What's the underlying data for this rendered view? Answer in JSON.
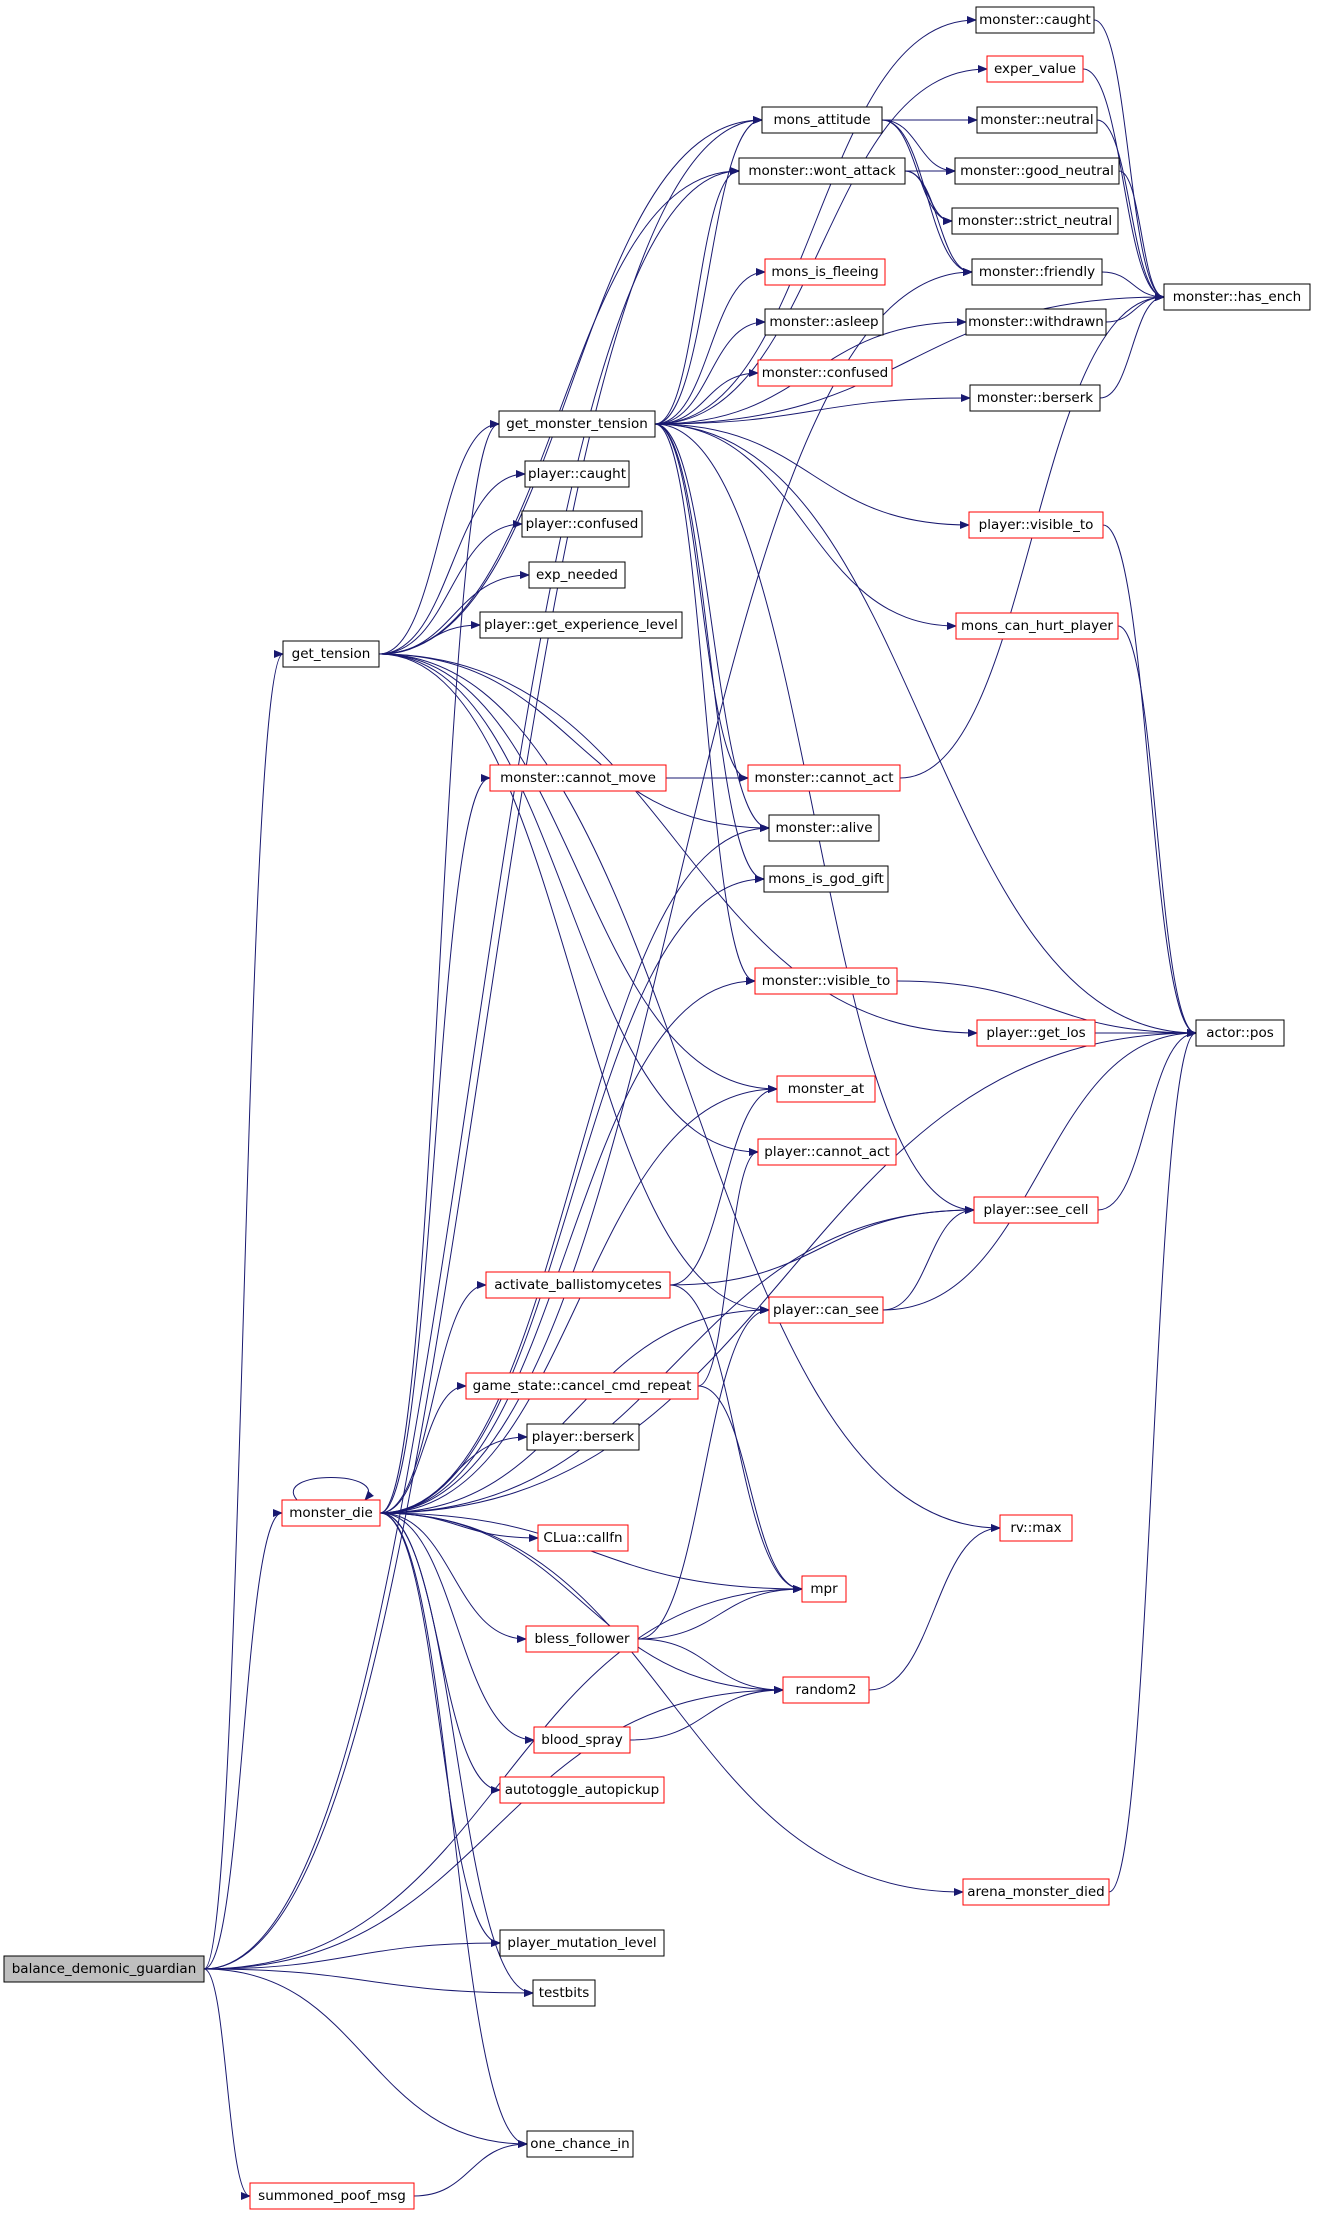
{
  "colors": {
    "edge": "#191970",
    "node_border_black": "#000000",
    "node_border_red": "#ff0000",
    "node_fill": "#ffffff",
    "root_fill": "#bfbfbf"
  },
  "nodes": [
    {
      "id": "balance_demonic_guardian",
      "label": "balance_demonic_guardian",
      "border": "black",
      "fill": "root"
    },
    {
      "id": "get_tension",
      "label": "get_tension",
      "border": "black"
    },
    {
      "id": "monster_die",
      "label": "monster_die",
      "border": "red"
    },
    {
      "id": "summoned_poof_msg",
      "label": "summoned_poof_msg",
      "border": "red"
    },
    {
      "id": "get_monster_tension",
      "label": "get_monster_tension",
      "border": "black"
    },
    {
      "id": "player_caught",
      "label": "player::caught",
      "border": "black"
    },
    {
      "id": "player_confused",
      "label": "player::confused",
      "border": "black"
    },
    {
      "id": "exp_needed",
      "label": "exp_needed",
      "border": "black"
    },
    {
      "id": "player_get_experience_level",
      "label": "player::get_experience_level",
      "border": "black"
    },
    {
      "id": "monster_cannot_move",
      "label": "monster::cannot_move",
      "border": "red"
    },
    {
      "id": "activate_ballistomycetes",
      "label": "activate_ballistomycetes",
      "border": "red"
    },
    {
      "id": "game_state_cancel_cmd_repeat",
      "label": "game_state::cancel_cmd_repeat",
      "border": "red"
    },
    {
      "id": "player_berserk",
      "label": "player::berserk",
      "border": "black"
    },
    {
      "id": "clua_callfn",
      "label": "CLua::callfn",
      "border": "red"
    },
    {
      "id": "bless_follower",
      "label": "bless_follower",
      "border": "red"
    },
    {
      "id": "blood_spray",
      "label": "blood_spray",
      "border": "red"
    },
    {
      "id": "autotoggle_autopickup",
      "label": "autotoggle_autopickup",
      "border": "red"
    },
    {
      "id": "player_mutation_level",
      "label": "player_mutation_level",
      "border": "black"
    },
    {
      "id": "testbits",
      "label": "testbits",
      "border": "black"
    },
    {
      "id": "one_chance_in",
      "label": "one_chance_in",
      "border": "black"
    },
    {
      "id": "monster_caught",
      "label": "monster::caught",
      "border": "black"
    },
    {
      "id": "exper_value",
      "label": "exper_value",
      "border": "red"
    },
    {
      "id": "mons_attitude",
      "label": "mons_attitude",
      "border": "black"
    },
    {
      "id": "monster_wont_attack",
      "label": "monster::wont_attack",
      "border": "black"
    },
    {
      "id": "mons_is_fleeing",
      "label": "mons_is_fleeing",
      "border": "red"
    },
    {
      "id": "monster_asleep",
      "label": "monster::asleep",
      "border": "black"
    },
    {
      "id": "monster_confused",
      "label": "monster::confused",
      "border": "red"
    },
    {
      "id": "monster_cannot_act",
      "label": "monster::cannot_act",
      "border": "red"
    },
    {
      "id": "monster_alive",
      "label": "monster::alive",
      "border": "black"
    },
    {
      "id": "mons_is_god_gift",
      "label": "mons_is_god_gift",
      "border": "black"
    },
    {
      "id": "monster_visible_to",
      "label": "monster::visible_to",
      "border": "red"
    },
    {
      "id": "monster_at",
      "label": "monster_at",
      "border": "red"
    },
    {
      "id": "player_cannot_act",
      "label": "player::cannot_act",
      "border": "red"
    },
    {
      "id": "player_can_see",
      "label": "player::can_see",
      "border": "red"
    },
    {
      "id": "mpr",
      "label": "mpr",
      "border": "red"
    },
    {
      "id": "random2",
      "label": "random2",
      "border": "red"
    },
    {
      "id": "monster_neutral",
      "label": "monster::neutral",
      "border": "black"
    },
    {
      "id": "monster_good_neutral",
      "label": "monster::good_neutral",
      "border": "black"
    },
    {
      "id": "monster_strict_neutral",
      "label": "monster::strict_neutral",
      "border": "black"
    },
    {
      "id": "monster_friendly",
      "label": "monster::friendly",
      "border": "black"
    },
    {
      "id": "monster_withdrawn",
      "label": "monster::withdrawn",
      "border": "black"
    },
    {
      "id": "monster_berserk",
      "label": "monster::berserk",
      "border": "black"
    },
    {
      "id": "player_visible_to",
      "label": "player::visible_to",
      "border": "red"
    },
    {
      "id": "mons_can_hurt_player",
      "label": "mons_can_hurt_player",
      "border": "red"
    },
    {
      "id": "player_get_los",
      "label": "player::get_los",
      "border": "red"
    },
    {
      "id": "player_see_cell",
      "label": "player::see_cell",
      "border": "red"
    },
    {
      "id": "rv_max",
      "label": "rv::max",
      "border": "red"
    },
    {
      "id": "arena_monster_died",
      "label": "arena_monster_died",
      "border": "red"
    },
    {
      "id": "monster_has_ench",
      "label": "monster::has_ench",
      "border": "black"
    },
    {
      "id": "actor_pos",
      "label": "actor::pos",
      "border": "black"
    }
  ],
  "edges": [
    [
      "balance_demonic_guardian",
      "get_tension"
    ],
    [
      "balance_demonic_guardian",
      "monster_die"
    ],
    [
      "balance_demonic_guardian",
      "mons_attitude"
    ],
    [
      "balance_demonic_guardian",
      "monster_wont_attack"
    ],
    [
      "balance_demonic_guardian",
      "player_mutation_level"
    ],
    [
      "balance_demonic_guardian",
      "testbits"
    ],
    [
      "balance_demonic_guardian",
      "mpr"
    ],
    [
      "balance_demonic_guardian",
      "random2"
    ],
    [
      "balance_demonic_guardian",
      "one_chance_in"
    ],
    [
      "balance_demonic_guardian",
      "summoned_poof_msg"
    ],
    [
      "get_tension",
      "get_monster_tension"
    ],
    [
      "get_tension",
      "player_caught"
    ],
    [
      "get_tension",
      "player_confused"
    ],
    [
      "get_tension",
      "exp_needed"
    ],
    [
      "get_tension",
      "player_get_experience_level"
    ],
    [
      "get_tension",
      "monster_alive"
    ],
    [
      "get_tension",
      "player_get_los"
    ],
    [
      "get_tension",
      "monster_at"
    ],
    [
      "get_tension",
      "player_cannot_act"
    ],
    [
      "get_tension",
      "player_can_see"
    ],
    [
      "get_tension",
      "rv_max"
    ],
    [
      "get_tension",
      "monster_wont_attack"
    ],
    [
      "get_tension",
      "mons_attitude"
    ],
    [
      "get_monster_tension",
      "monster_caught"
    ],
    [
      "get_monster_tension",
      "exper_value"
    ],
    [
      "get_monster_tension",
      "mons_attitude"
    ],
    [
      "get_monster_tension",
      "monster_wont_attack"
    ],
    [
      "get_monster_tension",
      "mons_is_fleeing"
    ],
    [
      "get_monster_tension",
      "monster_asleep"
    ],
    [
      "get_monster_tension",
      "monster_confused"
    ],
    [
      "get_monster_tension",
      "monster_berserk"
    ],
    [
      "get_monster_tension",
      "monster_has_ench"
    ],
    [
      "get_monster_tension",
      "player_visible_to"
    ],
    [
      "get_monster_tension",
      "mons_can_hurt_player"
    ],
    [
      "get_monster_tension",
      "actor_pos"
    ],
    [
      "get_monster_tension",
      "monster_cannot_act"
    ],
    [
      "get_monster_tension",
      "monster_alive"
    ],
    [
      "get_monster_tension",
      "mons_is_god_gift"
    ],
    [
      "get_monster_tension",
      "monster_visible_to"
    ],
    [
      "get_monster_tension",
      "player_see_cell"
    ],
    [
      "get_monster_tension",
      "monster_withdrawn"
    ],
    [
      "monster_die",
      "monster_die"
    ],
    [
      "monster_die",
      "get_monster_tension"
    ],
    [
      "monster_die",
      "monster_cannot_move"
    ],
    [
      "monster_die",
      "monster_alive"
    ],
    [
      "monster_die",
      "mons_is_god_gift"
    ],
    [
      "monster_die",
      "monster_visible_to"
    ],
    [
      "monster_die",
      "monster_at"
    ],
    [
      "monster_die",
      "player_see_cell"
    ],
    [
      "monster_die",
      "activate_ballistomycetes"
    ],
    [
      "monster_die",
      "game_state_cancel_cmd_repeat"
    ],
    [
      "monster_die",
      "player_berserk"
    ],
    [
      "monster_die",
      "player_can_see"
    ],
    [
      "monster_die",
      "clua_callfn"
    ],
    [
      "monster_die",
      "mpr"
    ],
    [
      "monster_die",
      "bless_follower"
    ],
    [
      "monster_die",
      "random2"
    ],
    [
      "monster_die",
      "blood_spray"
    ],
    [
      "monster_die",
      "autotoggle_autopickup"
    ],
    [
      "monster_die",
      "actor_pos"
    ],
    [
      "monster_die",
      "arena_monster_died"
    ],
    [
      "monster_die",
      "player_mutation_level"
    ],
    [
      "monster_die",
      "testbits"
    ],
    [
      "monster_die",
      "one_chance_in"
    ],
    [
      "monster_die",
      "monster_friendly"
    ],
    [
      "summoned_poof_msg",
      "one_chance_in"
    ],
    [
      "mons_attitude",
      "monster_neutral"
    ],
    [
      "mons_attitude",
      "monster_good_neutral"
    ],
    [
      "mons_attitude",
      "monster_strict_neutral"
    ],
    [
      "mons_attitude",
      "monster_friendly"
    ],
    [
      "monster_wont_attack",
      "monster_good_neutral"
    ],
    [
      "monster_wont_attack",
      "monster_strict_neutral"
    ],
    [
      "monster_wont_attack",
      "monster_friendly"
    ],
    [
      "monster_caught",
      "monster_has_ench"
    ],
    [
      "exper_value",
      "monster_has_ench"
    ],
    [
      "monster_neutral",
      "monster_has_ench"
    ],
    [
      "monster_good_neutral",
      "monster_has_ench"
    ],
    [
      "monster_friendly",
      "monster_has_ench"
    ],
    [
      "monster_withdrawn",
      "monster_has_ench"
    ],
    [
      "monster_berserk",
      "monster_has_ench"
    ],
    [
      "monster_cannot_move",
      "monster_cannot_act"
    ],
    [
      "monster_cannot_act",
      "monster_has_ench"
    ],
    [
      "monster_visible_to",
      "actor_pos"
    ],
    [
      "player_visible_to",
      "actor_pos"
    ],
    [
      "mons_can_hurt_player",
      "actor_pos"
    ],
    [
      "player_get_los",
      "actor_pos"
    ],
    [
      "player_see_cell",
      "actor_pos"
    ],
    [
      "player_can_see",
      "player_see_cell"
    ],
    [
      "player_can_see",
      "actor_pos"
    ],
    [
      "activate_ballistomycetes",
      "player_see_cell"
    ],
    [
      "activate_ballistomycetes",
      "monster_at"
    ],
    [
      "activate_ballistomycetes",
      "mpr"
    ],
    [
      "game_state_cancel_cmd_repeat",
      "player_cannot_act"
    ],
    [
      "game_state_cancel_cmd_repeat",
      "mpr"
    ],
    [
      "bless_follower",
      "mpr"
    ],
    [
      "bless_follower",
      "random2"
    ],
    [
      "bless_follower",
      "player_can_see"
    ],
    [
      "blood_spray",
      "random2"
    ],
    [
      "random2",
      "rv_max"
    ],
    [
      "arena_monster_died",
      "actor_pos"
    ]
  ]
}
